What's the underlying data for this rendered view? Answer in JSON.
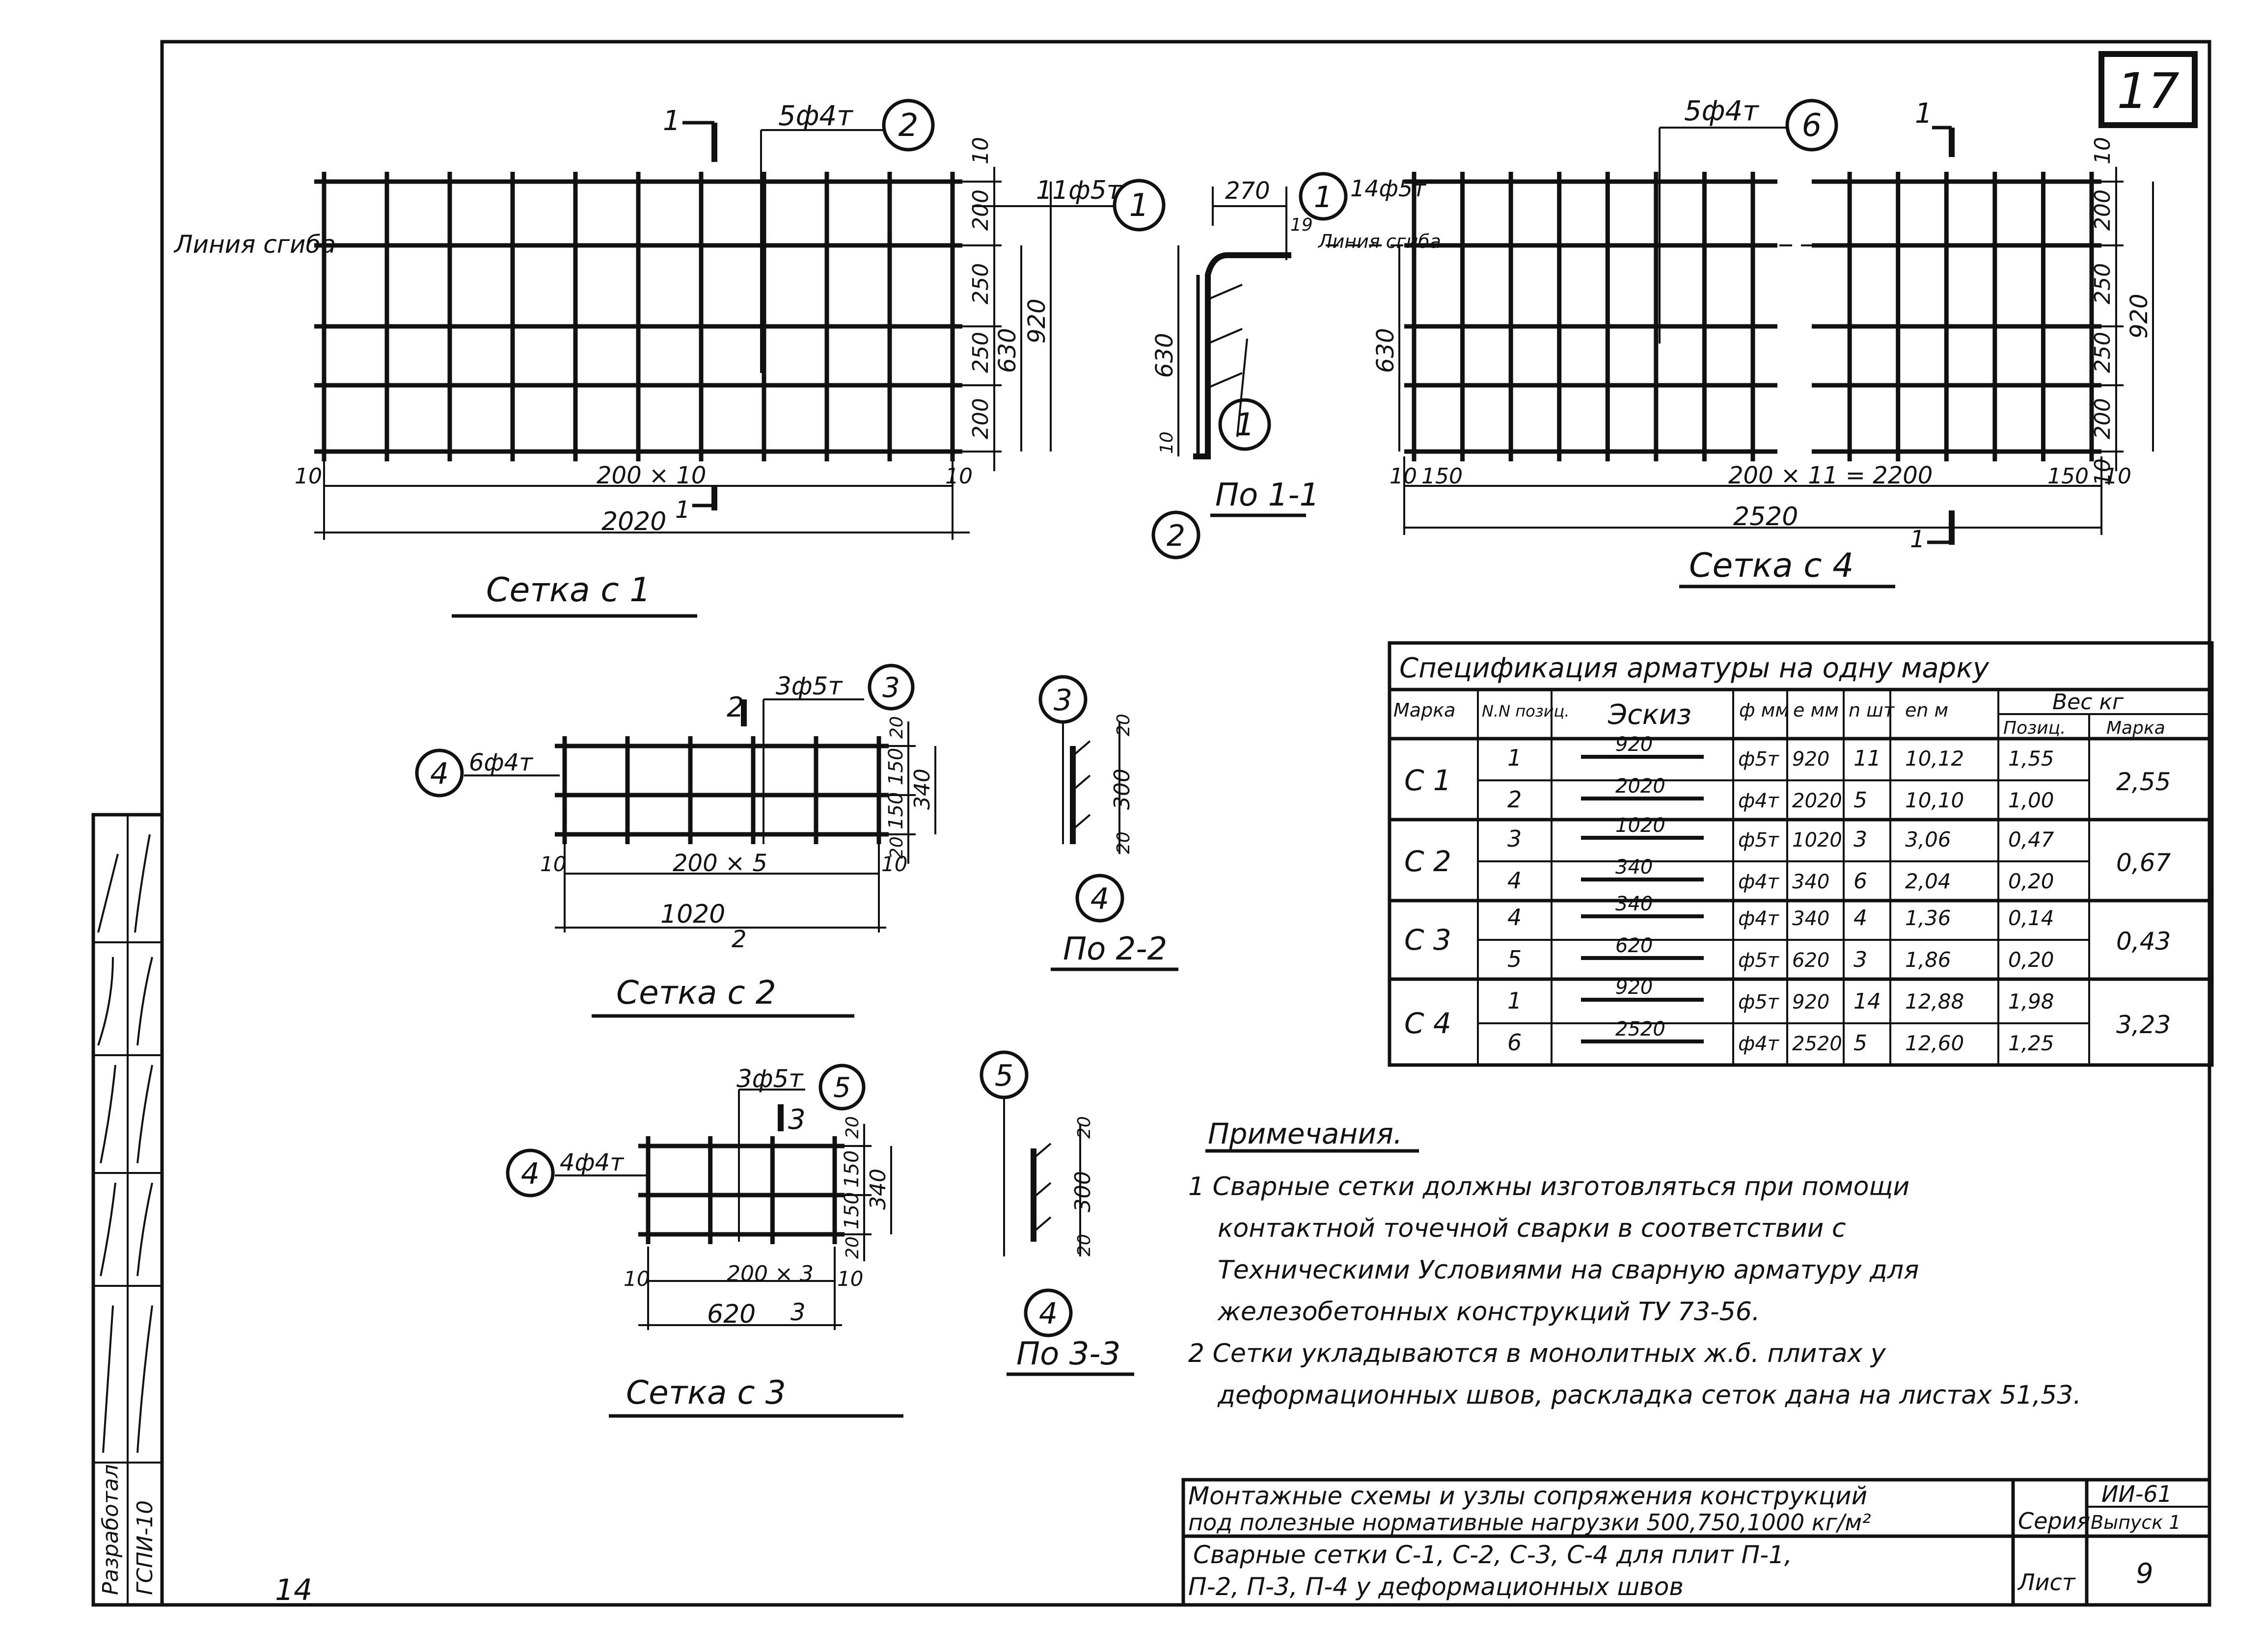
{
  "sheet": {
    "number": "17",
    "page_left_number": "14"
  },
  "mesh_c1": {
    "title": "Сетка с 1",
    "bend_line": "Линия сгиба",
    "top_callout": "5ф4т",
    "top_pos": "2",
    "right_callout": "11ф5т",
    "right_pos": "1",
    "section_mark": "1",
    "dims_right": [
      "10",
      "200",
      "250",
      "250",
      "200"
    ],
    "dim_630": "630",
    "dim_920": "920",
    "dim_10_left": "10",
    "dim_bottom_inner": "200 × 10",
    "dim_10_right": "10",
    "dim_bottom_total": "2020"
  },
  "section_1": {
    "title": "По 1-1",
    "dim_270": "270",
    "dim_19": "19",
    "dim_630": "630",
    "dim_10": "10",
    "pos_1_top": "1",
    "pos_1_side": "1",
    "pos_2": "2",
    "bar_label": "14ф5т",
    "bend_line": "Линия сгиба"
  },
  "mesh_c4": {
    "title": "Сетка с 4",
    "top_callout": "5ф4т",
    "top_pos": "6",
    "section_mark": "1",
    "dim_630": "630",
    "dims_right": [
      "10",
      "200",
      "250",
      "250",
      "200",
      "10"
    ],
    "dim_920": "920",
    "dim_10_left": "10",
    "dim_150_left": "150",
    "dim_bottom_inner": "200 × 11 = 2200",
    "dim_150_right": "150",
    "dim_10_right": "10",
    "dim_bottom_total": "2520"
  },
  "mesh_c2": {
    "title": "Сетка с 2",
    "section_mark": "2",
    "top_callout": "3ф5т",
    "top_pos": "3",
    "left_callout": "6ф4т",
    "left_pos": "4",
    "dims_right": [
      "20",
      "150",
      "150",
      "20"
    ],
    "dim_340": "340",
    "dim_10_left": "10",
    "dim_bottom_inner": "200 × 5",
    "dim_10_right": "10",
    "dim_bottom_total": "1020"
  },
  "section_2": {
    "title": "По 2-2",
    "pos_top": "3",
    "pos_bottom": "4",
    "dim_20_top": "20",
    "dim_300": "300",
    "dim_20_bottom": "20"
  },
  "mesh_c3": {
    "title": "Сетка с 3",
    "section_mark": "3",
    "top_callout": "3ф5т",
    "top_pos": "5",
    "left_callout": "4ф4т",
    "left_pos": "4",
    "dims_right": [
      "20",
      "150",
      "150",
      "20"
    ],
    "dim_340": "340",
    "dim_10_left": "10",
    "dim_bottom_inner": "200 × 3",
    "dim_10_right": "10",
    "dim_bottom_total": "620"
  },
  "section_3": {
    "title": "По 3-3",
    "pos_top": "5",
    "pos_bottom": "4",
    "dim_20_top": "20",
    "dim_300": "300",
    "dim_20_bottom": "20"
  },
  "spec_table": {
    "title": "Спецификация арматуры на одну марку",
    "headers": {
      "mark": "Марка",
      "pos": "N.N позиц.",
      "sketch": "Эскиз",
      "dia": "ф мм",
      "len": "е мм",
      "count": "n шт",
      "total_len": "еn м",
      "weight": "Вес кг",
      "weight_pos": "Позиц.",
      "weight_mark": "Марка"
    },
    "rows": [
      {
        "mark": "С 1",
        "pos": "1",
        "sketch": "920",
        "dia": "ф5т",
        "len": "920",
        "count": "11",
        "total": "10,12",
        "wpos": "1,55",
        "wmark": "2,55"
      },
      {
        "mark": "",
        "pos": "2",
        "sketch": "2020",
        "dia": "ф4т",
        "len": "2020",
        "count": "5",
        "total": "10,10",
        "wpos": "1,00",
        "wmark": ""
      },
      {
        "mark": "С 2",
        "pos": "3",
        "sketch": "1020",
        "dia": "ф5т",
        "len": "1020",
        "count": "3",
        "total": "3,06",
        "wpos": "0,47",
        "wmark": "0,67"
      },
      {
        "mark": "",
        "pos": "4",
        "sketch": "340",
        "dia": "ф4т",
        "len": "340",
        "count": "6",
        "total": "2,04",
        "wpos": "0,20",
        "wmark": ""
      },
      {
        "mark": "С 3",
        "pos": "4",
        "sketch": "340",
        "dia": "ф4т",
        "len": "340",
        "count": "4",
        "total": "1,36",
        "wpos": "0,14",
        "wmark": "0,43"
      },
      {
        "mark": "",
        "pos": "5",
        "sketch": "620",
        "dia": "ф5т",
        "len": "620",
        "count": "3",
        "total": "1,86",
        "wpos": "0,20",
        "wmark": ""
      },
      {
        "mark": "С 4",
        "pos": "1",
        "sketch": "920",
        "dia": "ф5т",
        "len": "920",
        "count": "14",
        "total": "12,88",
        "wpos": "1,98",
        "wmark": "3,23"
      },
      {
        "mark": "",
        "pos": "6",
        "sketch": "2520",
        "dia": "ф4т",
        "len": "2520",
        "count": "5",
        "total": "12,60",
        "wpos": "1,25",
        "wmark": ""
      }
    ]
  },
  "notes": {
    "title": "Примечания.",
    "lines": [
      "1  Сварные сетки должны изготовляться при помощи",
      "контактной точечной сварки в соответствии с",
      "Техническими Условиями на сварную арматуру для",
      "железобетонных конструкций ТУ 73-56.",
      "2  Сетки укладываются в монолитных ж.б. плитах у",
      "деформационных швов, раскладка сеток дана на листах 51,53."
    ]
  },
  "title_block": {
    "main_line1": "Монтажные схемы и узлы сопряжения конструкций",
    "main_line2": "под полезные нормативные нагрузки 500,750,1000 кг/м²",
    "series_label": "Серия",
    "series_value": "ИИ-61",
    "issue_value": "Выпуск 1",
    "sub_line1": "Сварные сетки С-1, С-2, С-3, С-4 для плит П-1,",
    "sub_line2": "П-2, П-3, П-4 у деформационных швов",
    "sheet_label": "Лист",
    "sheet_value": "9"
  },
  "side_stamp": {
    "org": "ГСПИ-10",
    "role": "Разработал"
  }
}
